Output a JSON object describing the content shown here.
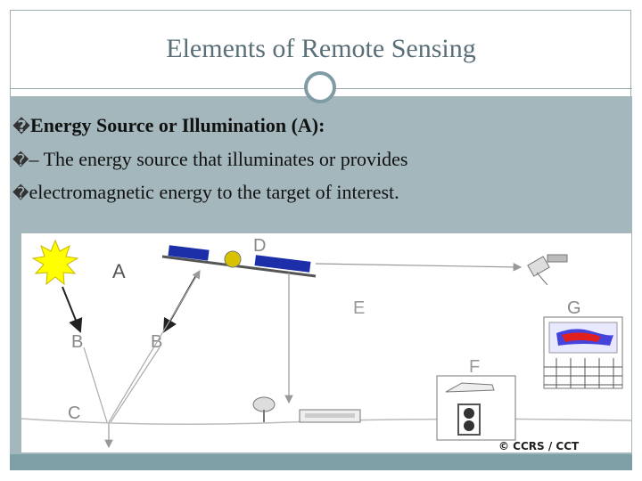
{
  "slide": {
    "title": "Elements of Remote Sensing",
    "bullets": [
      {
        "mark": "�",
        "text": "Energy Source or Illumination (A):"
      },
      {
        "mark": "�",
        "text": "– The energy source that illuminates or provides"
      },
      {
        "mark": "�",
        "text": "electromagnetic energy to the target of interest."
      }
    ]
  },
  "figure": {
    "labels": {
      "a": "A",
      "b1": "B",
      "b2": "B",
      "c": "C",
      "d": "D",
      "e": "E",
      "f": "F",
      "g": "G"
    },
    "copyright": "© CCRS / CCT"
  },
  "colors": {
    "title": "#5a6f78",
    "content_bg": "#a3b7bc",
    "accent": "#7f9ca5",
    "sun": "#ffff00"
  }
}
